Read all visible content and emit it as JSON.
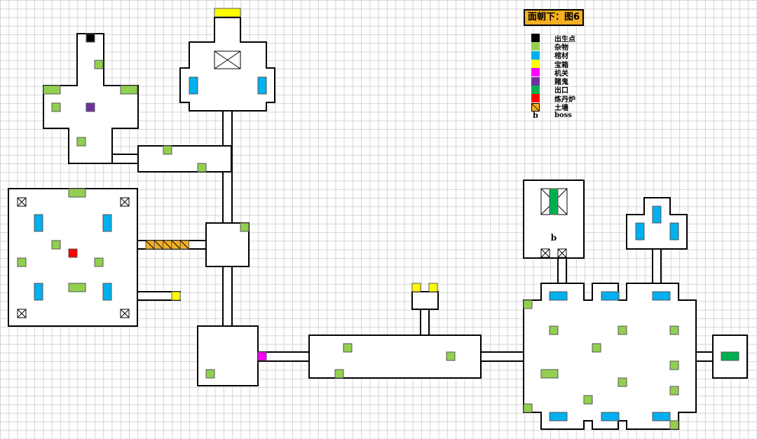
{
  "title": "面朝下：图6",
  "legend": [
    {
      "label": "出生点",
      "color": "#000000",
      "icon": "spawn-point"
    },
    {
      "label": "杂物",
      "color": "#92d050",
      "icon": "debris"
    },
    {
      "label": "棺材",
      "color": "#00b0f0",
      "icon": "coffin"
    },
    {
      "label": "宝箱",
      "color": "#ffff00",
      "icon": "treasure-chest"
    },
    {
      "label": "机关",
      "color": "#ff00ff",
      "icon": "mechanism"
    },
    {
      "label": "賭鬼",
      "color": "#7030a0",
      "icon": "gambler-ghost"
    },
    {
      "label": "出口",
      "color": "#00b050",
      "icon": "exit"
    },
    {
      "label": "炼丹炉",
      "color": "#ff0000",
      "icon": "alchemy-furnace"
    },
    {
      "label": "土墙",
      "color": "#f5b022",
      "icon": "earth-wall"
    }
  ],
  "boss_legend": {
    "symbol": "b",
    "label": "boss"
  },
  "boss_marker": "b"
}
